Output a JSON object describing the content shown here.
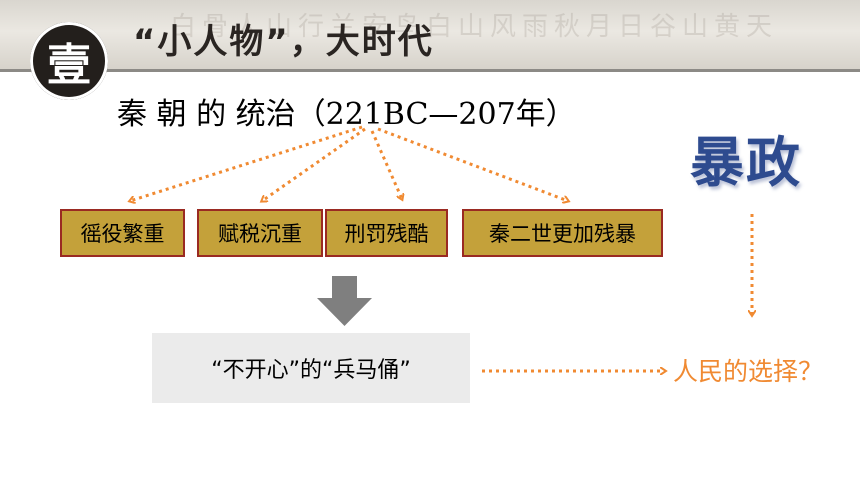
{
  "header": {
    "badge_char": "壹",
    "title": "“小人物”，大时代",
    "watermark_text": "白骨人山行兰安鸟白山风雨秋月日谷山黄天"
  },
  "main": {
    "subtitle": "秦 朝 的 统治（221BC—207年）",
    "boxes": [
      {
        "label": "徭役繁重"
      },
      {
        "label": "赋税沉重"
      },
      {
        "label": "刑罚残酷"
      },
      {
        "label": "秦二世更加残暴"
      }
    ],
    "tyranny_label": "暴政",
    "quote_label": "“不开心”的“兵马俑”",
    "choice_label": "人民的选择？"
  },
  "colors": {
    "box_fill": "#c4a13a",
    "box_border": "#9a2a22",
    "arrow_orange": "#f08a32",
    "tyranny_blue": "#2e4b8f",
    "down_arrow_gray": "#7f7f7f"
  }
}
